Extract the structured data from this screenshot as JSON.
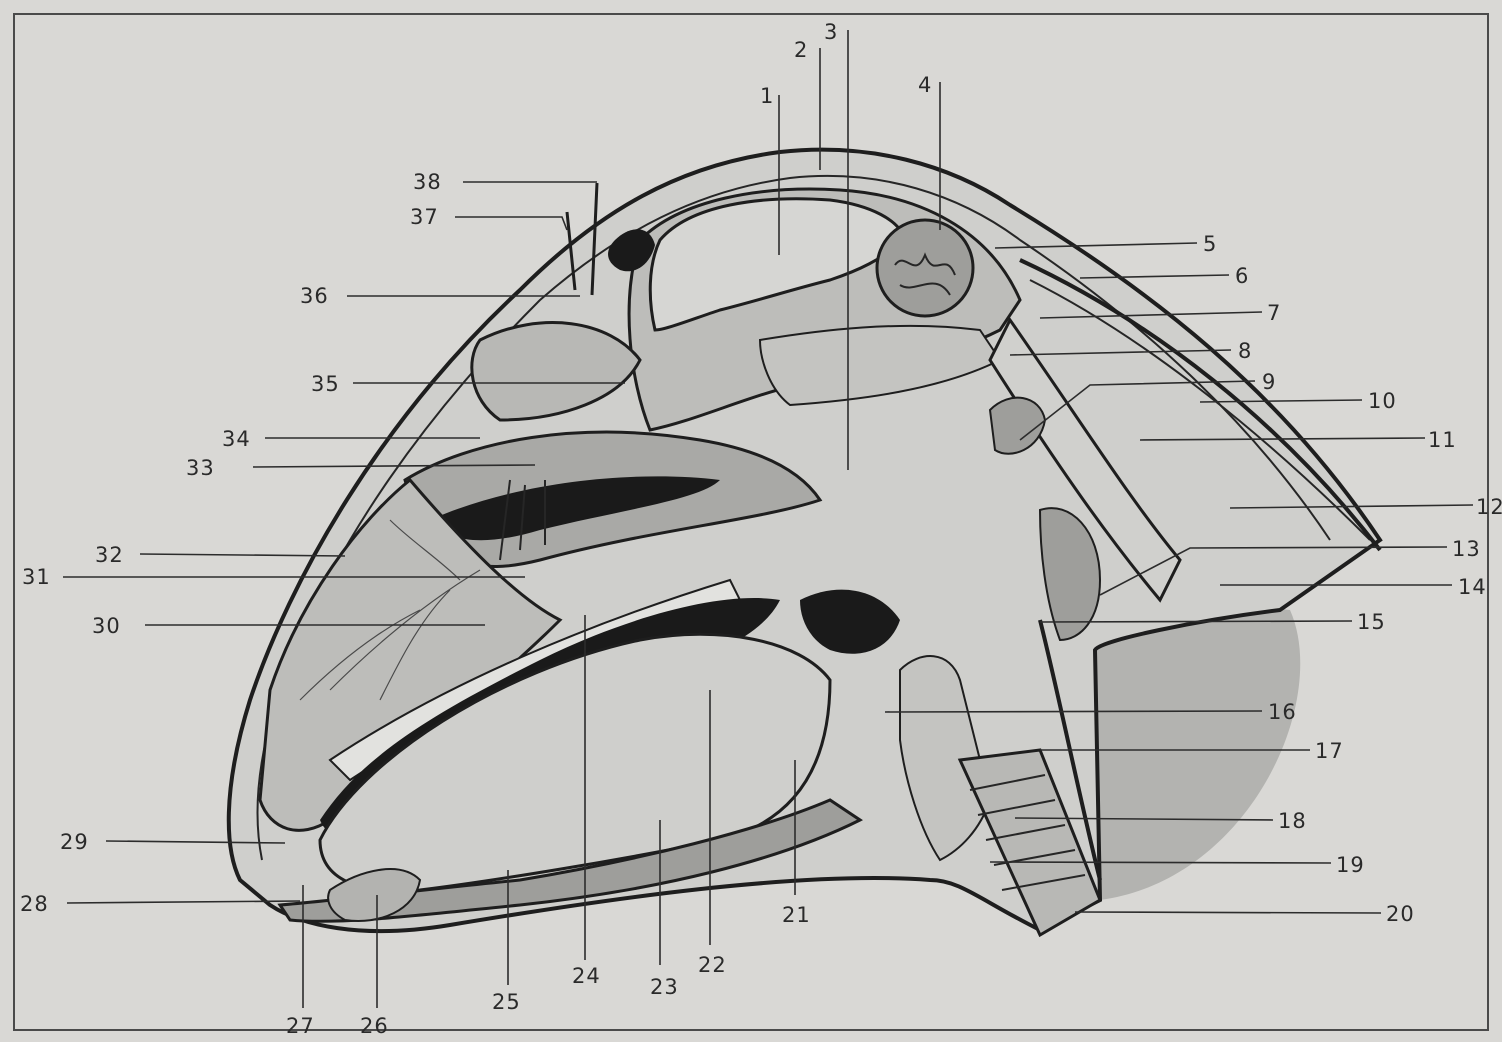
{
  "plate": {
    "colors": {
      "background": "#d9d8d5",
      "ink": "#1e1e1e",
      "tissue_light": "#c9c9c5",
      "tissue_mid": "#a9a9a6",
      "tissue_dark": "#7f7f7d",
      "cavity_black": "#1a1a1a"
    }
  },
  "labels": [
    {
      "id": "1",
      "text": "1"
    },
    {
      "id": "2",
      "text": "2"
    },
    {
      "id": "3",
      "text": "3"
    },
    {
      "id": "4",
      "text": "4"
    },
    {
      "id": "5",
      "text": "5"
    },
    {
      "id": "6",
      "text": "6"
    },
    {
      "id": "7",
      "text": "7"
    },
    {
      "id": "8",
      "text": "8"
    },
    {
      "id": "9",
      "text": "9"
    },
    {
      "id": "10",
      "text": "10"
    },
    {
      "id": "11",
      "text": "11"
    },
    {
      "id": "12",
      "text": "12"
    },
    {
      "id": "13",
      "text": "13"
    },
    {
      "id": "14",
      "text": "14"
    },
    {
      "id": "15",
      "text": "15"
    },
    {
      "id": "16",
      "text": "16"
    },
    {
      "id": "17",
      "text": "17"
    },
    {
      "id": "18",
      "text": "18"
    },
    {
      "id": "19",
      "text": "19"
    },
    {
      "id": "20",
      "text": "20"
    },
    {
      "id": "21",
      "text": "21"
    },
    {
      "id": "22",
      "text": "22"
    },
    {
      "id": "23",
      "text": "23"
    },
    {
      "id": "24",
      "text": "24"
    },
    {
      "id": "25",
      "text": "25"
    },
    {
      "id": "26",
      "text": "26"
    },
    {
      "id": "27",
      "text": "27"
    },
    {
      "id": "28",
      "text": "28"
    },
    {
      "id": "29",
      "text": "29"
    },
    {
      "id": "30",
      "text": "30"
    },
    {
      "id": "31",
      "text": "31"
    },
    {
      "id": "32",
      "text": "32"
    },
    {
      "id": "33",
      "text": "33"
    },
    {
      "id": "34",
      "text": "34"
    },
    {
      "id": "35",
      "text": "35"
    },
    {
      "id": "36",
      "text": "36"
    },
    {
      "id": "37",
      "text": "37"
    },
    {
      "id": "38",
      "text": "38"
    }
  ]
}
